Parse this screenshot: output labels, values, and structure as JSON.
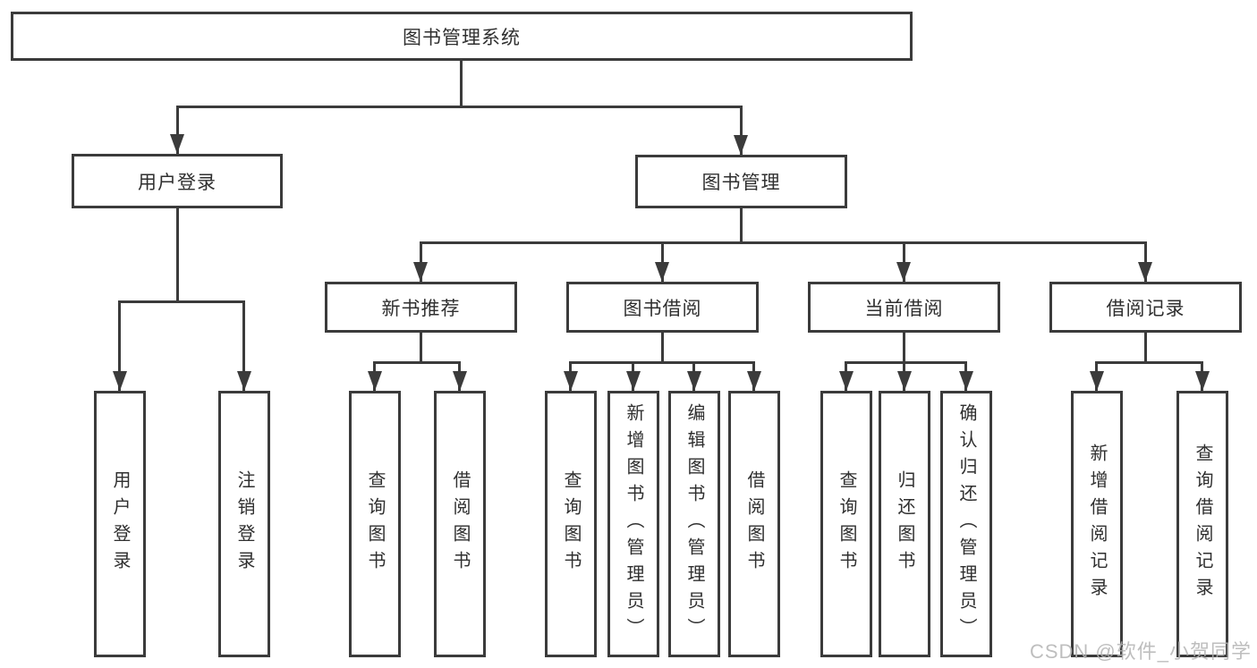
{
  "colors": {
    "line": "#3b3b3b",
    "text": "#2f2f2f",
    "bg": "#ffffff",
    "watermark": "#b3b3b3"
  },
  "watermark": {
    "text": "CSDN @软件_小贺同学"
  },
  "tree": {
    "label": "图书管理系统",
    "children": [
      {
        "label": "用户登录",
        "children": [
          {
            "label": "用户登录"
          },
          {
            "label": "注销登录"
          }
        ]
      },
      {
        "label": "图书管理",
        "children": [
          {
            "label": "新书推荐",
            "children": [
              {
                "label": "查询图书"
              },
              {
                "label": "借阅图书"
              }
            ]
          },
          {
            "label": "图书借阅",
            "children": [
              {
                "label": "查询图书"
              },
              {
                "label": "新增图书（管理员）"
              },
              {
                "label": "编辑图书（管理员）"
              },
              {
                "label": "借阅图书"
              }
            ]
          },
          {
            "label": "当前借阅",
            "children": [
              {
                "label": "查询图书"
              },
              {
                "label": "归还图书"
              },
              {
                "label": "确认归还（管理员）"
              }
            ]
          },
          {
            "label": "借阅记录",
            "children": [
              {
                "label": "新增借阅记录"
              },
              {
                "label": "查询借阅记录"
              }
            ]
          }
        ]
      }
    ]
  }
}
